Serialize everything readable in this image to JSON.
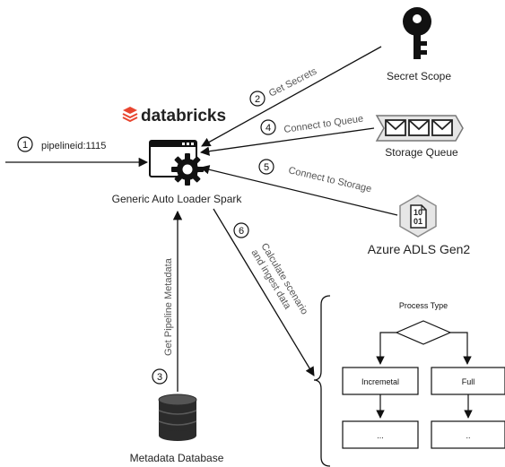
{
  "nodes": {
    "spark": {
      "label": "Generic Auto Loader Spark"
    },
    "brand": {
      "label": "databricks"
    },
    "secret_scope": {
      "label": "Secret Scope"
    },
    "storage_queue": {
      "label": "Storage Queue"
    },
    "adls": {
      "label": "Azure ADLS Gen2",
      "icon_text_1": "10",
      "icon_text_2": "01"
    },
    "metadata_db": {
      "label": "Metadata Database"
    }
  },
  "steps": [
    {
      "num": "1",
      "label": "pipelineid:1115"
    },
    {
      "num": "2",
      "label": "Get Secrets"
    },
    {
      "num": "3",
      "label": "Get Pipeline Metadata"
    },
    {
      "num": "4",
      "label": "Connect to Queue"
    },
    {
      "num": "5",
      "label": "Connect to Storage"
    },
    {
      "num": "6",
      "label_line_1": "Calculate scenario",
      "label_line_2": "and ingest data"
    }
  ],
  "process": {
    "title": "Process Type",
    "incremental": "Incremetal",
    "full": "Full",
    "next_left": "...",
    "next_right": ".."
  },
  "colors": {
    "brand_red": "#e8452f",
    "line": "#111111",
    "hex_fill": "#e6e6e6"
  }
}
